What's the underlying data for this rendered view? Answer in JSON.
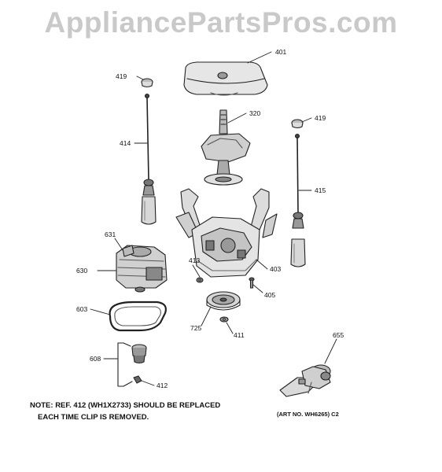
{
  "watermark": "AppliancePartsPros.com",
  "parts": [
    {
      "ref": "401",
      "name": "cover"
    },
    {
      "ref": "419",
      "name": "cap-left"
    },
    {
      "ref": "419",
      "name": "cap-right"
    },
    {
      "ref": "320",
      "name": "transmission"
    },
    {
      "ref": "414",
      "name": "suspension-rod-left"
    },
    {
      "ref": "415",
      "name": "suspension-rod-right"
    },
    {
      "ref": "631",
      "name": "motor-clip"
    },
    {
      "ref": "630",
      "name": "motor"
    },
    {
      "ref": "413",
      "name": "nut"
    },
    {
      "ref": "403",
      "name": "platform"
    },
    {
      "ref": "405",
      "name": "bolt"
    },
    {
      "ref": "603",
      "name": "belt"
    },
    {
      "ref": "725",
      "name": "pulley"
    },
    {
      "ref": "411",
      "name": "washer"
    },
    {
      "ref": "655",
      "name": "pump"
    },
    {
      "ref": "608",
      "name": "motor-pulley"
    },
    {
      "ref": "412",
      "name": "clip"
    }
  ],
  "note": {
    "line1": "NOTE: REF. 412 (WH1X2733) SHOULD BE REPLACED",
    "line2": "EACH TIME CLIP IS REMOVED."
  },
  "art_number": "(ART NO. WH6265) C2"
}
